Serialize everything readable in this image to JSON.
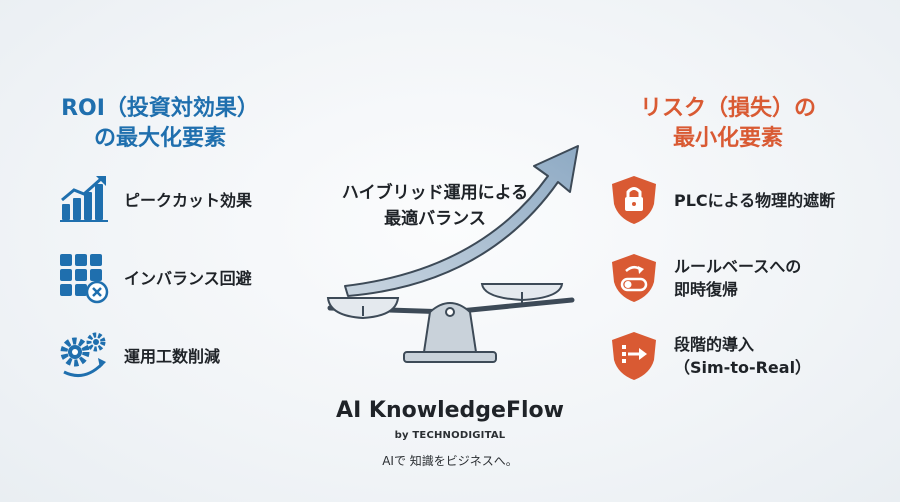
{
  "roi": {
    "heading_line1": "ROI（投資対効果）",
    "heading_line2": "の最大化要素",
    "items": [
      {
        "icon": "growth-chart-icon",
        "label": "ピークカット効果"
      },
      {
        "icon": "grid-remove-icon",
        "label": "インバランス回避"
      },
      {
        "icon": "gears-icon",
        "label": "運用工数削減"
      }
    ]
  },
  "risk": {
    "heading_line1": "リスク（損失）の",
    "heading_line2": "最小化要素",
    "items": [
      {
        "icon": "shield-lock-icon",
        "label_line1": "PLCによる物理的遮断",
        "label_line2": ""
      },
      {
        "icon": "shield-toggle-icon",
        "label_line1": "ルールベースへの",
        "label_line2": "即時復帰"
      },
      {
        "icon": "shield-flow-icon",
        "label_line1": "段階的導入",
        "label_line2": "（Sim-to-Real）"
      }
    ]
  },
  "center": {
    "line1": "ハイブリッド運用による",
    "line2": "最適バランス"
  },
  "brand": {
    "name": "AI KnowledgeFlow",
    "by": "by TECHNODIGITAL",
    "tagline": "AIで 知識をビジネスへ。"
  },
  "colors": {
    "roi_blue": "#1f6fae",
    "risk_red": "#d95a33"
  }
}
